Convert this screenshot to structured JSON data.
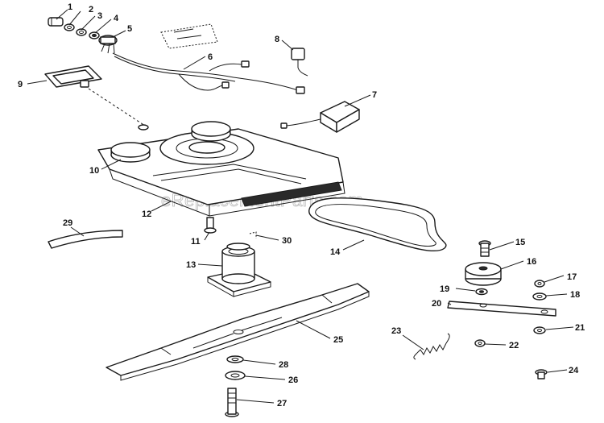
{
  "watermark": "eReplacementParts.com",
  "callouts": {
    "c1": "1",
    "c2": "2",
    "c3": "3",
    "c4": "4",
    "c5": "5",
    "c6": "6",
    "c7": "7",
    "c8": "8",
    "c9": "9",
    "c10": "10",
    "c11": "11",
    "c12": "12",
    "c13": "13",
    "c14": "14",
    "c15": "15",
    "c16": "16",
    "c17": "17",
    "c18": "18",
    "c19": "19",
    "c20": "20",
    "c21": "21",
    "c22": "22",
    "c23": "23",
    "c24": "24",
    "c25": "25",
    "c26": "26",
    "c27": "27",
    "c28": "28",
    "c29": "29",
    "c30": "30"
  },
  "colors": {
    "ink": "#1a1a1a",
    "watermark": "#b8b8b8",
    "background": "#ffffff"
  }
}
